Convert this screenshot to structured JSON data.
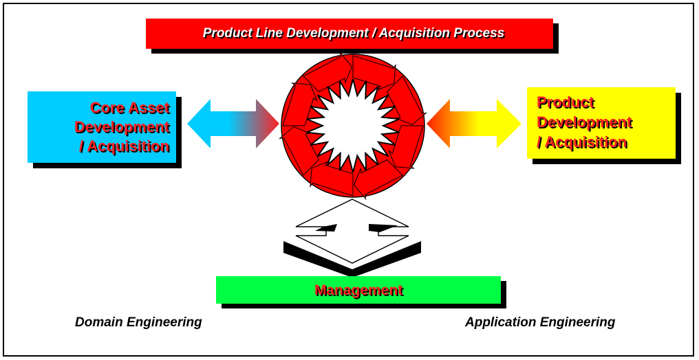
{
  "process": {
    "title": "Product Line Development / Acquisition Process"
  },
  "core_asset": {
    "lines": [
      "Core Asset",
      "Development",
      "/ Acquisition"
    ]
  },
  "product": {
    "lines": [
      "Product",
      "Development",
      "/ Acquisition"
    ]
  },
  "management": {
    "label": "Management"
  },
  "captions": {
    "domain": "Domain Engineering",
    "application": "Application Engineering"
  },
  "colors": {
    "red": "#ff0000",
    "cyan": "#00ccff",
    "yellow": "#ffff00",
    "green": "#00ff44",
    "shadow": "#000000"
  }
}
